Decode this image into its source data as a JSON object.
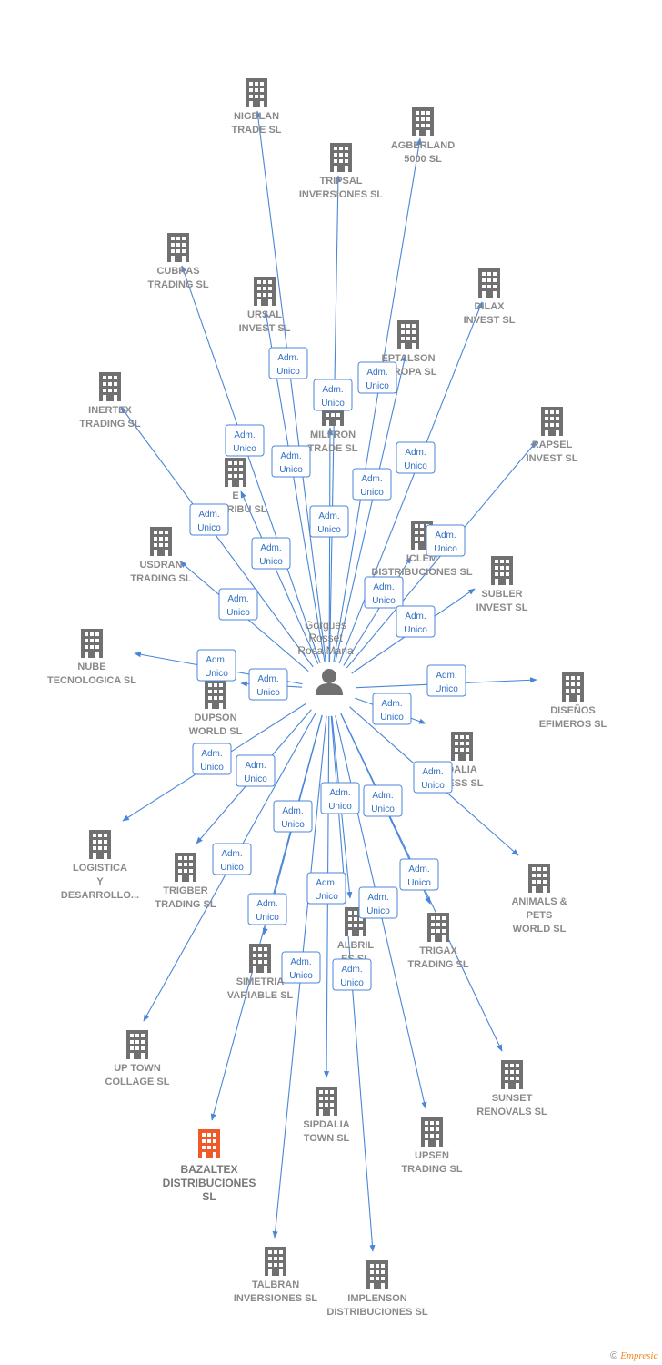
{
  "colors": {
    "edge": "#4a86d8",
    "building": "#707070",
    "highlight": "#f05a28"
  },
  "person": {
    "lines": [
      "Gorgues",
      "Rosset",
      "Rosa Maria"
    ]
  },
  "badge": [
    "Adm.",
    "Unico"
  ],
  "companies": [
    {
      "lines": [
        "NIGBLAN",
        "TRADE SL"
      ]
    },
    {
      "lines": [
        "AGBERLAND",
        "5000 SL"
      ]
    },
    {
      "lines": [
        "TRIPSAL",
        "INVERSIONES SL"
      ]
    },
    {
      "lines": [
        "CUBRAS",
        "TRADING SL"
      ]
    },
    {
      "lines": [
        "URSAL",
        "INVEST SL"
      ]
    },
    {
      "lines": [
        "DILAX",
        "INVEST SL"
      ]
    },
    {
      "lines": [
        "EPTALSON",
        "EUROPA SL"
      ]
    },
    {
      "lines": [
        "MILFRON",
        "TRADE SL"
      ]
    },
    {
      "lines": [
        "INERTEX",
        "TRADING SL"
      ]
    },
    {
      "lines": [
        "RAPSEL",
        "INVEST SL"
      ]
    },
    {
      "lines": [
        "E",
        "DISTRIBU SL"
      ]
    },
    {
      "lines": [
        "ICLEM",
        "DISTRIBUCIONES SL"
      ]
    },
    {
      "lines": [
        "USDRAN",
        "TRADING SL"
      ]
    },
    {
      "lines": [
        "SUBLER",
        "INVEST SL"
      ]
    },
    {
      "lines": [
        "NUBE",
        "TECNOLOGICA SL"
      ]
    },
    {
      "lines": [
        "DUPSON",
        "WORLD SL"
      ]
    },
    {
      "lines": [
        "DISEÑOS",
        "EFIMEROS SL"
      ]
    },
    {
      "lines": [
        "DALIA",
        "RESS SL"
      ]
    },
    {
      "lines": [
        "LOGISTICA",
        "Y",
        "DESARROLLO..."
      ]
    },
    {
      "lines": [
        "TRIGBER",
        "TRADING SL"
      ]
    },
    {
      "lines": [
        "ANIMALS &",
        "PETS",
        "WORLD SL"
      ]
    },
    {
      "lines": [
        "ALBRIL",
        "ES SL"
      ]
    },
    {
      "lines": [
        "TRIGAX",
        "TRADING SL"
      ]
    },
    {
      "lines": [
        "SIMETRIA",
        "VARIABLE SL"
      ]
    },
    {
      "lines": [
        "UP TOWN",
        "COLLAGE SL"
      ]
    },
    {
      "lines": [
        "SUNSET",
        "RENOVALS SL"
      ]
    },
    {
      "lines": [
        "SIPDALIA",
        "TOWN SL"
      ]
    },
    {
      "lines": [
        "UPSEN",
        "TRADING SL"
      ]
    },
    {
      "lines": [
        "BAZALTEX",
        "DISTRIBUCIONES",
        "SL"
      ]
    },
    {
      "lines": [
        "TALBRAN",
        "INVERSIONES SL"
      ]
    },
    {
      "lines": [
        "IMPLENSON",
        "DISTRIBUCIONES SL"
      ]
    }
  ],
  "footer": {
    "copyright": "©",
    "brand": "Empresia"
  }
}
